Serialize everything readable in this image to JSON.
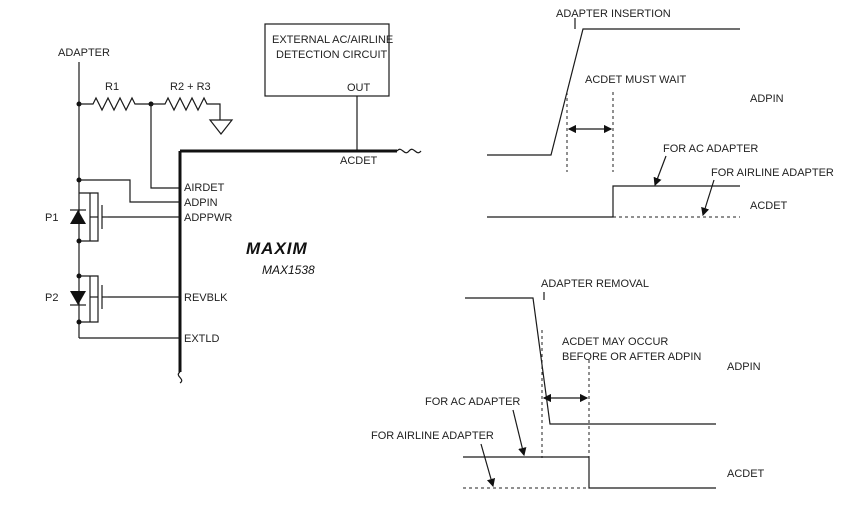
{
  "circuit": {
    "adapter": "ADAPTER",
    "r1": "R1",
    "r23": "R2 + R3",
    "detector": {
      "line1": "EXTERNAL AC/AIRLINE",
      "line2": "DETECTION CIRCUIT",
      "out": "OUT"
    },
    "acdet": "ACDET",
    "pins": [
      "AIRDET",
      "ADPIN",
      "ADPPWR",
      "REVBLK",
      "EXTLD"
    ],
    "p1": "P1",
    "p2": "P2",
    "logo": "MAXIM",
    "part": "MAX1538"
  },
  "insertion": {
    "title": "ADAPTER INSERTION",
    "wait": "ACDET MUST WAIT",
    "adpin": "ADPIN",
    "ac": "FOR AC ADAPTER",
    "airline": "FOR AIRLINE ADAPTER",
    "acdet": "ACDET"
  },
  "removal": {
    "title": "ADAPTER REMOVAL",
    "may1": "ACDET MAY OCCUR",
    "may2": "BEFORE OR AFTER ADPIN",
    "adpin": "ADPIN",
    "ac": "FOR AC ADAPTER",
    "airline": "FOR AIRLINE ADAPTER",
    "acdet": "ACDET"
  }
}
